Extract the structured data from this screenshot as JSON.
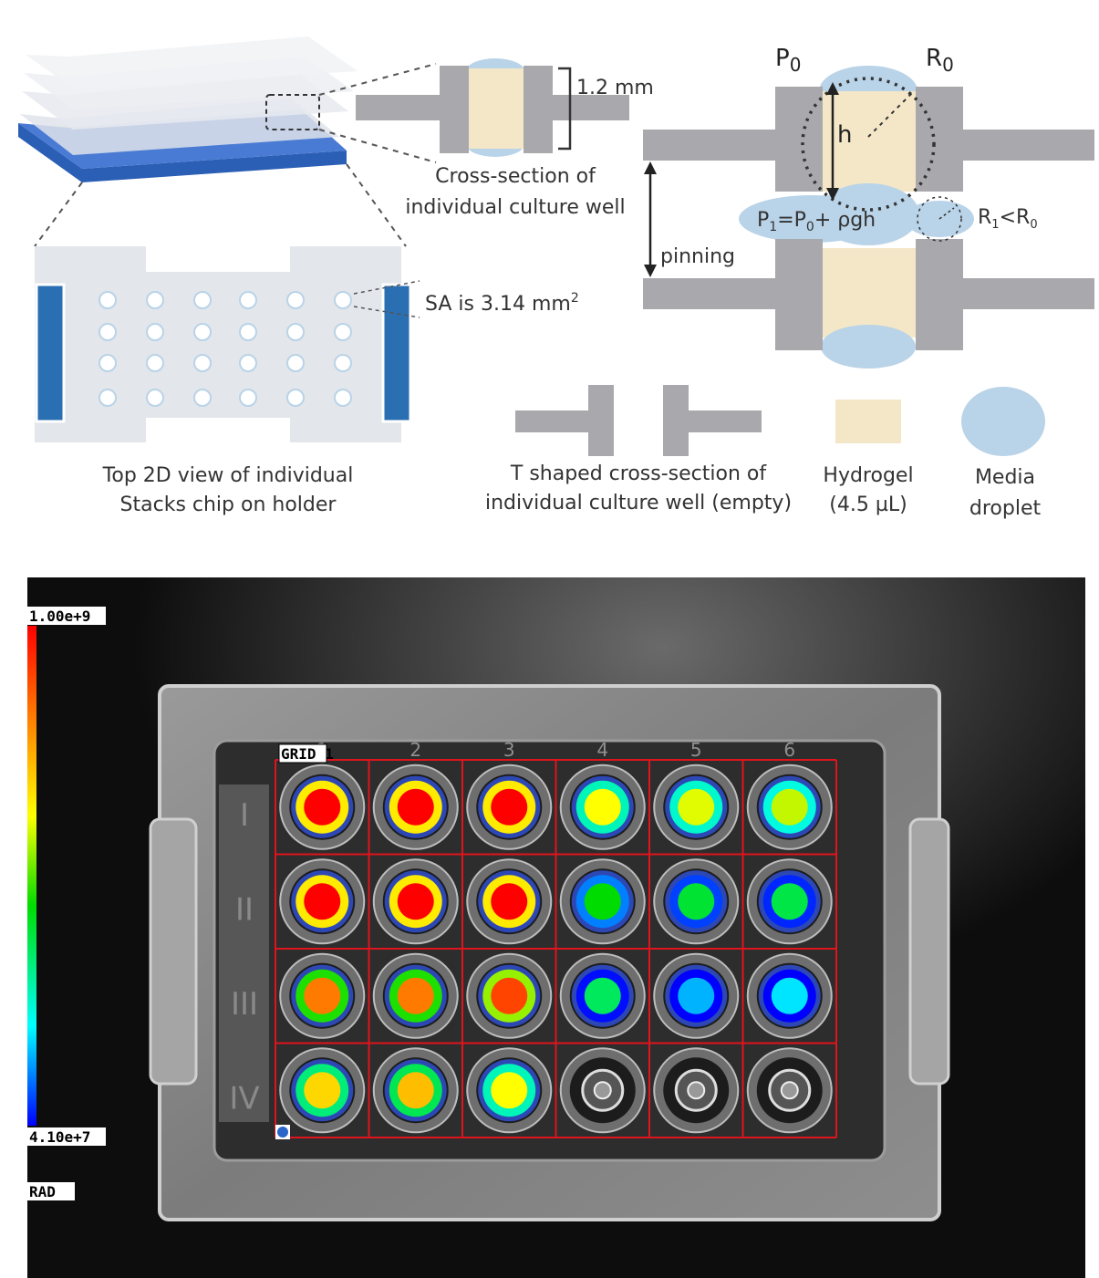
{
  "top": {
    "stack_caption_line1": "Top 2D view of individual",
    "stack_caption_line2": "Stacks chip on holder",
    "cross_section_line1": "Cross-section of",
    "cross_section_line2": "individual culture well",
    "height_label": "1.2 mm",
    "sa_base": "SA is 3.14 mm",
    "sa_sup": "2",
    "P0_base": "P",
    "P0_sub": "0",
    "R0_base": "R",
    "R0_sub": "0",
    "h_label": "h",
    "pressure": {
      "p": "P",
      "s1": "1",
      "mid": "=P",
      "s0": "0",
      "tail": "+ ρgh"
    },
    "radius": {
      "r": "R",
      "s1": "1",
      "mid": "<R",
      "s0": "0"
    },
    "pinning_label": "pinning",
    "tshape_line1": "T shaped cross-section of",
    "tshape_line2": "individual culture well (empty)",
    "hydrogel_line1": "Hydrogel",
    "hydrogel_line2": "(4.5 µL)",
    "media_line1": "Media",
    "media_line2": "droplet"
  },
  "bottom": {
    "scale_max": "1.00e+9",
    "scale_min": "4.10e+7",
    "scale_unit": "RAD",
    "grid_label": "GRID 1",
    "column_numbers": [
      "1",
      "2",
      "3",
      "4",
      "5",
      "6"
    ],
    "row_numerals": [
      "I",
      "II",
      "III",
      "IV"
    ],
    "well_signal_levels": [
      [
        1.0,
        1.0,
        1.0,
        0.62,
        0.6,
        0.58
      ],
      [
        1.0,
        1.0,
        1.0,
        0.45,
        0.4,
        0.38
      ],
      [
        0.82,
        0.82,
        0.9,
        0.36,
        0.14,
        0.18
      ],
      [
        0.68,
        0.72,
        0.62,
        0,
        0,
        0
      ]
    ],
    "colors": {
      "grid_red": "#e0141c",
      "well_blue": "#1f6fb5",
      "hydrogel": "#f3e7c7",
      "media": "#b9d3e8",
      "chip_gray": "#a9a9ad"
    }
  }
}
